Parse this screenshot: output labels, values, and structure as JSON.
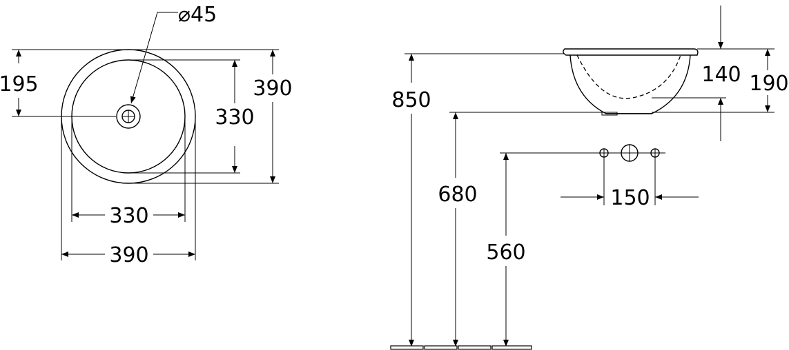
{
  "plan_view": {
    "drain_diameter": "⌀45",
    "offset_to_drain": "195",
    "outer_height": "390",
    "inner_height": "330",
    "inner_width": "330",
    "outer_width": "390"
  },
  "side_view": {
    "floor_to_rim": "850",
    "floor_to_bowl_bottom": "680",
    "floor_to_tap_holes": "560",
    "bowl_depth": "140",
    "overall_height": "190",
    "tap_hole_spacing": "150"
  }
}
